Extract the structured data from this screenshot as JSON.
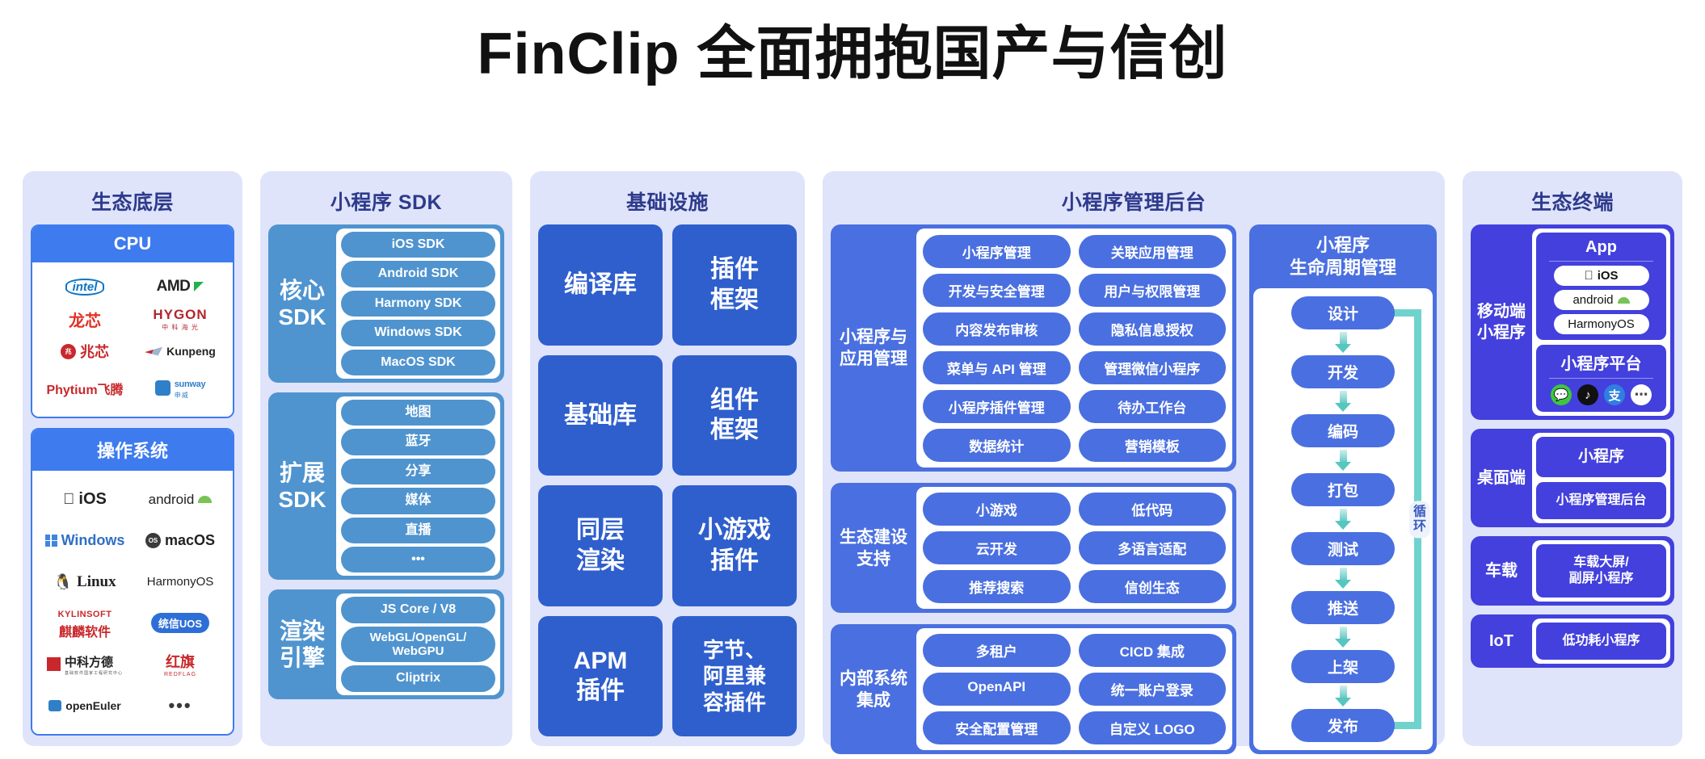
{
  "title": "FinClip 全面拥抱国产与信创",
  "colors": {
    "card_bg": "#dfe4fa",
    "title_text": "#2e3a8c",
    "accent_blue": "#4a6fe0",
    "sdk_blue": "#4f94cf",
    "infra_blue": "#2f5fcd",
    "terminal_blue": "#4340dd",
    "cyan_arrow": "#57c6c0"
  },
  "columns": {
    "eco_base": {
      "title": "生态底层",
      "panels": [
        {
          "head": "CPU",
          "logos": [
            {
              "name": "intel",
              "label": "intel"
            },
            {
              "name": "amd",
              "label": "AMD"
            },
            {
              "name": "loongson",
              "label": "龙芯"
            },
            {
              "name": "hygon",
              "label": "HYGON",
              "sub": "中 科 海 光"
            },
            {
              "name": "zhaoxin",
              "label": "兆芯",
              "badge": "兆"
            },
            {
              "name": "kunpeng",
              "label": "Kunpeng"
            },
            {
              "name": "phytium",
              "label": "Phytium飞腾"
            },
            {
              "name": "sunway",
              "label": "sunway",
              "sub": "申威"
            }
          ]
        },
        {
          "head": "操作系统",
          "logos": [
            {
              "name": "ios",
              "label": "iOS"
            },
            {
              "name": "android",
              "label": "android"
            },
            {
              "name": "windows",
              "label": "Windows"
            },
            {
              "name": "macos",
              "label": "macOS",
              "badge": "OS"
            },
            {
              "name": "linux",
              "label": "Linux"
            },
            {
              "name": "harmonyos",
              "label": "HarmonyOS"
            },
            {
              "name": "kylinsoft",
              "label": "KYLINSOFT",
              "sub": "麒麟软件"
            },
            {
              "name": "uos",
              "label": "统信UOS"
            },
            {
              "name": "nfs-china",
              "label": "中科方德",
              "sub": "基础软件国家工程研究中心"
            },
            {
              "name": "redflag",
              "label": "红旗",
              "sub": "REDFLAG"
            },
            {
              "name": "openeuler",
              "label": "openEuler"
            },
            {
              "name": "more",
              "label": "•••"
            }
          ]
        }
      ]
    },
    "sdk": {
      "title": "小程序 SDK",
      "groups": [
        {
          "label": "核心\nSDK",
          "items": [
            "iOS SDK",
            "Android SDK",
            "Harmony SDK",
            "Windows SDK",
            "MacOS SDK"
          ]
        },
        {
          "label": "扩展\nSDK",
          "items": [
            "地图",
            "蓝牙",
            "分享",
            "媒体",
            "直播",
            "•••"
          ]
        },
        {
          "label": "渲染\n引擎",
          "items": [
            "JS Core / V8",
            "WebGL/OpenGL/\nWebGPU",
            "Cliptrix"
          ]
        }
      ]
    },
    "infra": {
      "title": "基础设施",
      "cells": [
        "编译库",
        "插件\n框架",
        "基础库",
        "组件\n框架",
        "同层\n渲染",
        "小游戏\n插件",
        "APM\n插件",
        "字节、\n阿里兼\n容插件"
      ]
    },
    "console": {
      "title": "小程序管理后台",
      "groups": [
        {
          "label": "小程序与\n应用管理",
          "items": [
            "小程序管理",
            "关联应用管理",
            "开发与安全管理",
            "用户与权限管理",
            "内容发布审核",
            "隐私信息授权",
            "菜单与 API 管理",
            "管理微信小程序",
            "小程序插件管理",
            "待办工作台",
            "数据统计",
            "营销模板"
          ]
        },
        {
          "label": "生态建设\n支持",
          "items": [
            "小游戏",
            "低代码",
            "云开发",
            "多语言适配",
            "推荐搜索",
            "信创生态"
          ]
        },
        {
          "label": "内部系统\n集成",
          "items": [
            "多租户",
            "CICD 集成",
            "OpenAPI",
            "统一账户登录",
            "安全配置管理",
            "自定义 LOGO"
          ]
        }
      ],
      "lifecycle": {
        "title": "小程序\n生命周期管理",
        "steps": [
          "设计",
          "开发",
          "编码",
          "打包",
          "测试",
          "推送",
          "上架",
          "发布"
        ],
        "loop_label": "循环"
      }
    },
    "terminal": {
      "title": "生态终端",
      "groups": [
        {
          "label": "移动端\n小程序",
          "boxes": [
            {
              "title": "App",
              "chips": [
                "iOS",
                "android",
                "HarmonyOS"
              ]
            },
            {
              "title": "小程序平台",
              "platforms": [
                "wechat",
                "douyin",
                "alipay",
                "more"
              ]
            }
          ]
        },
        {
          "label": "桌面端",
          "simple": [
            "小程序",
            "小程序管理后台"
          ]
        },
        {
          "label": "车载",
          "simple": [
            "车载大屏/\n副屏小程序"
          ]
        },
        {
          "label": "IoT",
          "simple": [
            "低功耗小程序"
          ]
        }
      ]
    }
  }
}
